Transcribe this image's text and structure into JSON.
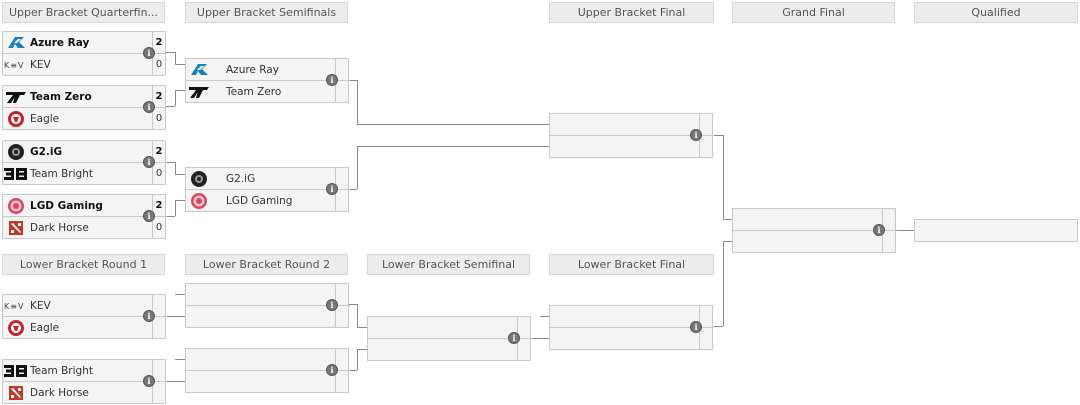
{
  "headers": {
    "ub_qf": "Upper Bracket Quarterfin...",
    "ub_sf": "Upper Bracket Semifinals",
    "ub_final": "Upper Bracket Final",
    "grand_final": "Grand Final",
    "qualified": "Qualified",
    "lb_r1": "Lower Bracket Round 1",
    "lb_r2": "Lower Bracket Round 2",
    "lb_sf": "Lower Bracket Semifinal",
    "lb_final": "Lower Bracket Final"
  },
  "info_glyph": "i",
  "ub_qf": [
    {
      "team1": "Azure Ray",
      "score1": "2",
      "team2": "KEV",
      "score2": "0"
    },
    {
      "team1": "Team Zero",
      "score1": "2",
      "team2": "Eagle",
      "score2": "0"
    },
    {
      "team1": "G2.iG",
      "score1": "2",
      "team2": "Team Bright",
      "score2": "0"
    },
    {
      "team1": "LGD Gaming",
      "score1": "2",
      "team2": "Dark Horse",
      "score2": "0"
    }
  ],
  "ub_sf": [
    {
      "team1": "Azure Ray",
      "team2": "Team Zero"
    },
    {
      "team1": "G2.iG",
      "team2": "LGD Gaming"
    }
  ],
  "lb_r1": [
    {
      "team1": "KEV",
      "team2": "Eagle"
    },
    {
      "team1": "Team Bright",
      "team2": "Dark Horse"
    }
  ],
  "colors": {
    "header_bg": "#ececec",
    "match_bg": "#f4f4f4",
    "border": "#c8c8c8",
    "connector": "#888888",
    "azure_ray": "#1a7fc1",
    "eagle": "#c0282d",
    "lgd": "#d8475f",
    "dota": "#c0392b"
  }
}
